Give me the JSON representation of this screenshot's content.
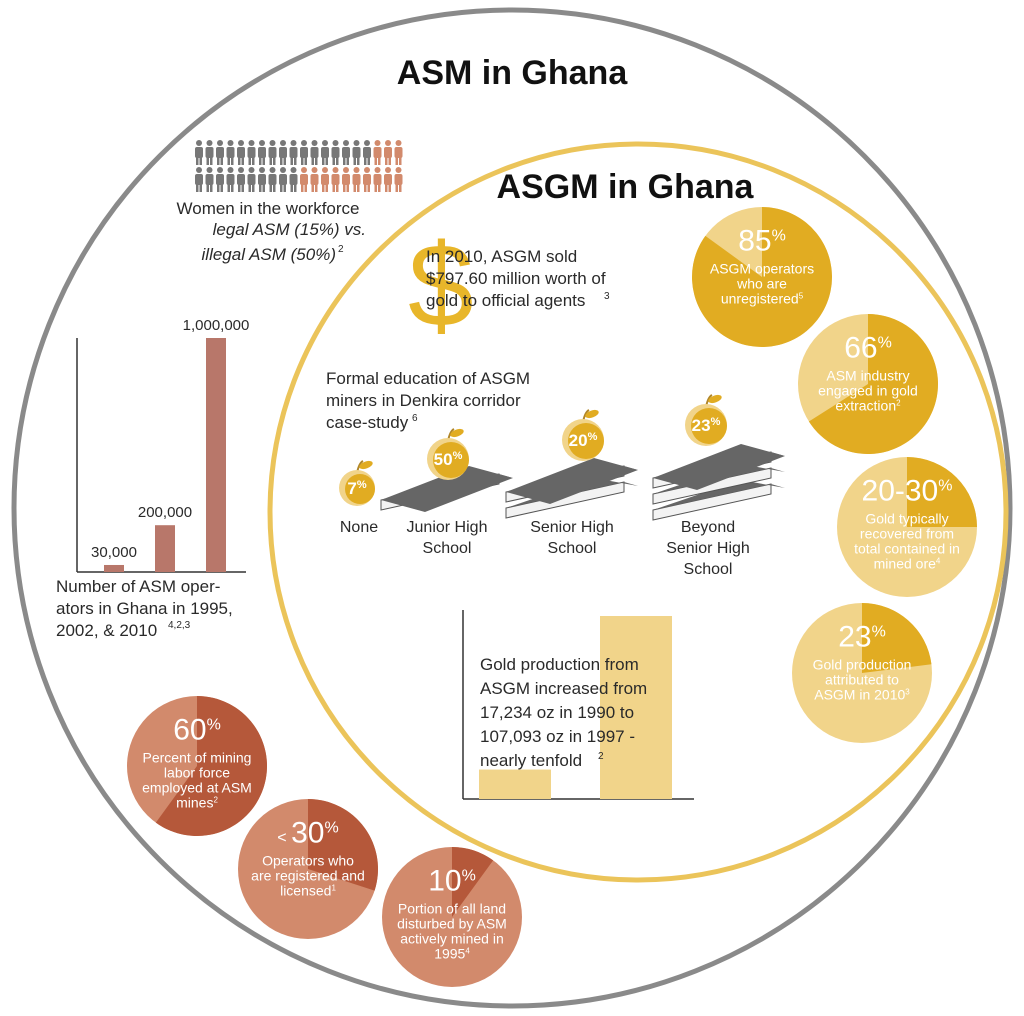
{
  "title": "ASM in Ghana",
  "inner_title": "ASGM in Ghana",
  "colors": {
    "outer_ring": "#8a8a8a",
    "inner_ring": "#ebc45a",
    "rust": "#b5583a",
    "rust_light": "#d28a6c",
    "gold": "#e1ac22",
    "gold_light": "#f1d48a",
    "grey_person": "#777777",
    "book_grey": "#666666"
  },
  "women": {
    "line1": "Women in the workforce",
    "line2": "legal ASM (15%) vs.",
    "line3": "illegal ASM (50%)",
    "ref": "2",
    "legal_share": 0.15,
    "illegal_share": 0.5
  },
  "operators_chart": {
    "values": [
      30000,
      200000,
      1000000
    ],
    "labels": [
      "30,000",
      "200,000",
      "1,000,000"
    ],
    "caption_line1": "Number of ASM oper-",
    "caption_line2": "ators in Ghana in 1995,",
    "caption_line3": "2002, & 2010",
    "caption_ref": "4,2,3"
  },
  "dollar": {
    "symbol": "$",
    "line1": "In 2010, ASGM sold",
    "line2": "$797.60 million worth of",
    "line3": "gold to official agents",
    "ref": "3"
  },
  "education": {
    "caption_line1": "Formal education of ASGM",
    "caption_line2": "miners in Denkira corridor",
    "caption_line3": "case-study",
    "caption_ref": "6",
    "levels": [
      {
        "value": "7",
        "label_line1": "None",
        "label_line2": "",
        "label_line3": ""
      },
      {
        "value": "50",
        "label_line1": "Junior High",
        "label_line2": "School",
        "label_line3": ""
      },
      {
        "value": "20",
        "label_line1": "Senior High",
        "label_line2": "School",
        "label_line3": ""
      },
      {
        "value": "23",
        "label_line1": "Beyond",
        "label_line2": "Senior High",
        "label_line3": "School"
      }
    ],
    "pct_sign": "%"
  },
  "gold_production": {
    "values": [
      17234,
      107093
    ],
    "line1": "Gold production from",
    "line2": "ASGM increased from",
    "line3": "17,234 oz in 1990 to",
    "line4": "107,093 oz in 1997 -",
    "line5": "nearly tenfold",
    "ref": "2"
  },
  "gold_bubbles": [
    {
      "value": "85",
      "pct": "%",
      "share": 0.85,
      "lines": [
        "ASGM operators",
        "who are",
        "unregistered"
      ],
      "ref": "5"
    },
    {
      "value": "66",
      "pct": "%",
      "share": 0.66,
      "lines": [
        "ASM industry",
        "engaged in gold",
        "extraction"
      ],
      "ref": "2"
    },
    {
      "value": "20-30",
      "pct": "%",
      "share": 0.25,
      "lines": [
        "Gold typically",
        "recovered from",
        "total contained in",
        "mined ore"
      ],
      "ref": "4"
    },
    {
      "value": "23",
      "pct": "%",
      "share": 0.23,
      "lines": [
        "Gold production",
        "attributed to",
        "ASGM in 2010"
      ],
      "ref": "3"
    }
  ],
  "rust_bubbles": [
    {
      "prefix": "",
      "value": "60",
      "pct": "%",
      "share": 0.6,
      "lines": [
        "Percent of mining",
        "labor force",
        "employed at ASM",
        "mines"
      ],
      "ref": "2"
    },
    {
      "prefix": "<",
      "value": "30",
      "pct": "%",
      "share": 0.3,
      "lines": [
        "Operators who",
        "are registered and",
        "licensed"
      ],
      "ref": "1"
    },
    {
      "prefix": "",
      "value": "10",
      "pct": "%",
      "share": 0.1,
      "lines": [
        "Portion of all land",
        "disturbed by ASM",
        "actively mined in",
        "1995"
      ],
      "ref": "4"
    }
  ]
}
